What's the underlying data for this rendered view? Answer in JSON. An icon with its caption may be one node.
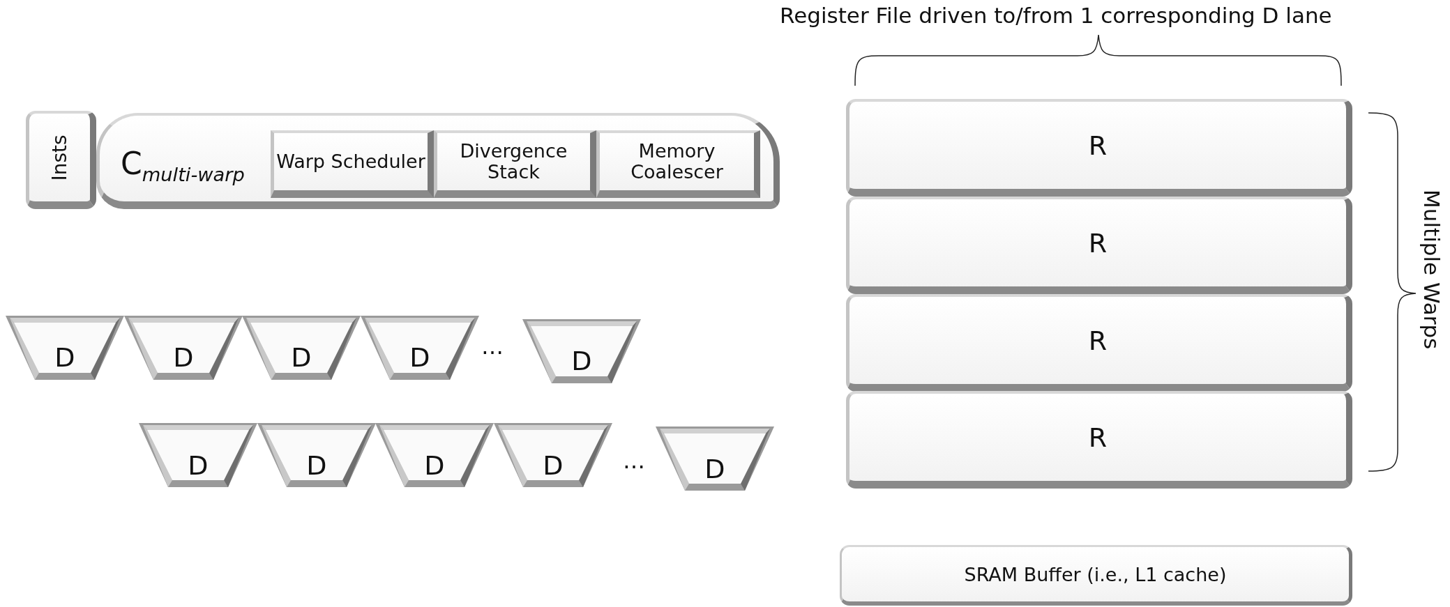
{
  "diagram": {
    "nodes": [
      {
        "text": [
          "Insts"
        ]
      },
      {
        "text": [
          "C$_{multi-warp}$"
        ]
      },
      {
        "text": [
          "Warp Scheduler"
        ],
        "in": 1
      },
      {
        "text": [
          "Divergence Stack"
        ],
        "in": 1
      },
      {
        "text": [
          "Memory Coalescer"
        ],
        "in": 1
      },
      {
        "text": [
          "D"
        ]
      },
      {
        "text": [
          "D"
        ]
      },
      {
        "text": [
          "D"
        ]
      },
      {
        "text": [
          "D"
        ]
      },
      {
        "text": [
          "D"
        ]
      },
      {
        "text": [
          "D"
        ]
      },
      {
        "text": [
          "D"
        ]
      },
      {
        "text": [
          "D"
        ]
      },
      {
        "text": [
          "D"
        ]
      },
      {
        "text": [
          "D"
        ]
      },
      {
        "text": [
          "R"
        ]
      },
      {
        "text": [
          "R"
        ]
      },
      {
        "text": [
          "R"
        ]
      },
      {
        "text": [
          "R"
        ]
      },
      {
        "text": [
          "SRAM Buffer (i.e., L1 cache)"
        ]
      }
    ],
    "labels": [
      "Register File driven to/from 1 corresponding D lane",
      "Multiple Warps",
      "…",
      "…"
    ]
  }
}
